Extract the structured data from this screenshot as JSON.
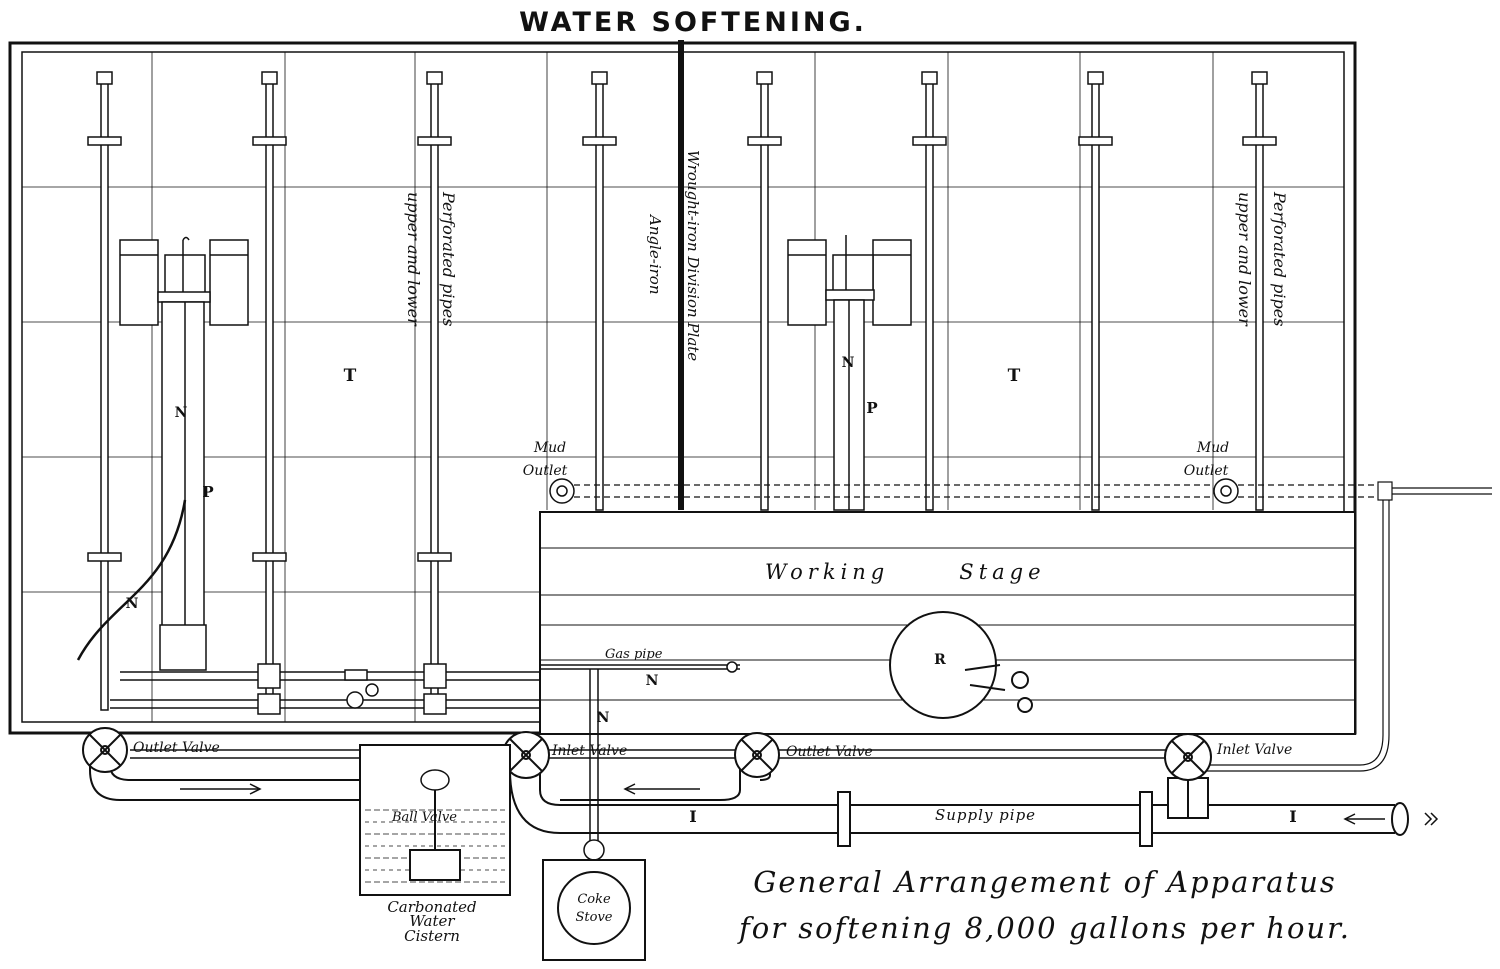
{
  "title": "WATER SOFTENING.",
  "labels": {
    "tank_left": "T",
    "tank_right": "T",
    "perforated_left_line1": "Perforated pipes",
    "perforated_left_line2": "upper and lower",
    "perforated_right_line1": "Perforated pipes",
    "perforated_right_line2": "upper and lower",
    "angle_iron": "Angle-iron",
    "division_plate": "Wrought-iron Division Plate",
    "mud_outlet_left_1": "Mud",
    "mud_outlet_left_2": "Outlet",
    "mud_outlet_right_1": "Mud",
    "mud_outlet_right_2": "Outlet",
    "working_stage": "Working      Stage",
    "letter_n_left_upper": "N",
    "letter_p_left": "P",
    "letter_n_left_lower": "N",
    "letter_n_mid": "N",
    "letter_p_mid": "P",
    "letter_n_gas": "N",
    "letter_n_stove": "N",
    "letter_r": "R",
    "gas_pipe": "Gas pipe",
    "outlet_valve_left": "Outlet Valve",
    "inlet_valve_left": "Inlet Valve",
    "outlet_valve_right": "Outlet Valve",
    "inlet_valve_right": "Inlet Valve",
    "supply_pipe": "Supply pipe",
    "letter_i_left": "I",
    "letter_i_right": "I",
    "ball_valve": "Ball Valve",
    "cistern_1": "Carbonated",
    "cistern_2": "Water",
    "cistern_3": "Cistern",
    "stove_1": "Coke",
    "stove_2": "Stove"
  },
  "caption": {
    "line1": "General Arrangement of Apparatus",
    "line2": "for softening 8,000 gallons per hour."
  }
}
